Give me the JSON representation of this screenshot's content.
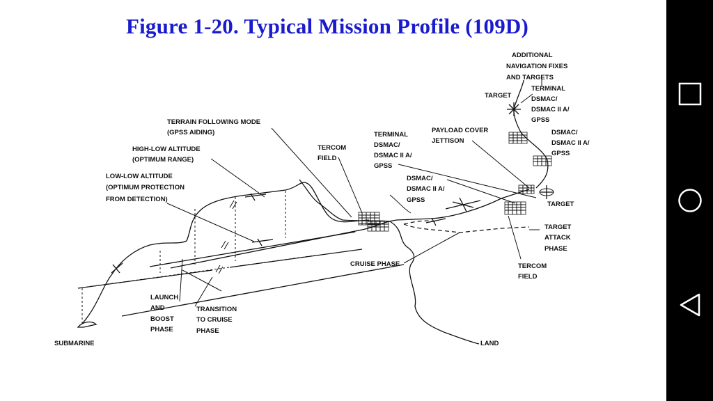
{
  "title": "Figure 1-20.  Typical Mission Profile (109D)",
  "labels": {
    "additional_nav": [
      "ADDITIONAL",
      "NAVIGATION FIXES",
      "AND TARGETS"
    ],
    "target_top": "TARGET",
    "terminal_top": [
      "TERMINAL",
      "DSMAC/",
      "DSMAC II A/",
      "GPSS"
    ],
    "dsmac_right": [
      "DSMAC/",
      "DSMAC II A/",
      "GPSS"
    ],
    "terrain_following": [
      "TERRAIN FOLLOWING MODE",
      "(GPSS AIDING)"
    ],
    "payload_cover": [
      "PAYLOAD COVER",
      "JETTISON"
    ],
    "terminal_mid": [
      "TERMINAL",
      "DSMAC/",
      "DSMAC II A/",
      "GPSS"
    ],
    "high_low": [
      "HIGH-LOW ALTITUDE",
      "(OPTIMUM RANGE)"
    ],
    "tercom_field_top": [
      "TERCOM",
      "FIELD"
    ],
    "low_low": [
      "LOW-LOW ALTITUDE",
      "(OPTIMUM PROTECTION",
      "FROM DETECTION)"
    ],
    "dsmac_mid": [
      "DSMAC/",
      "DSMAC II A/",
      "GPSS"
    ],
    "target_right": "TARGET",
    "target_attack": [
      "TARGET",
      "ATTACK",
      "PHASE"
    ],
    "cruise_phase": "CRUISE PHASE",
    "tercom_field_bottom": [
      "TERCOM",
      "FIELD"
    ],
    "launch_boost": [
      "LAUNCH",
      "AND",
      "BOOST",
      "PHASE"
    ],
    "transition": [
      "TRANSITION",
      "TO CRUISE",
      "PHASE"
    ],
    "submarine": "SUBMARINE",
    "land": "LAND"
  },
  "navbar": {
    "buttons": [
      "recents-square-icon",
      "home-circle-icon",
      "back-triangle-icon"
    ]
  }
}
